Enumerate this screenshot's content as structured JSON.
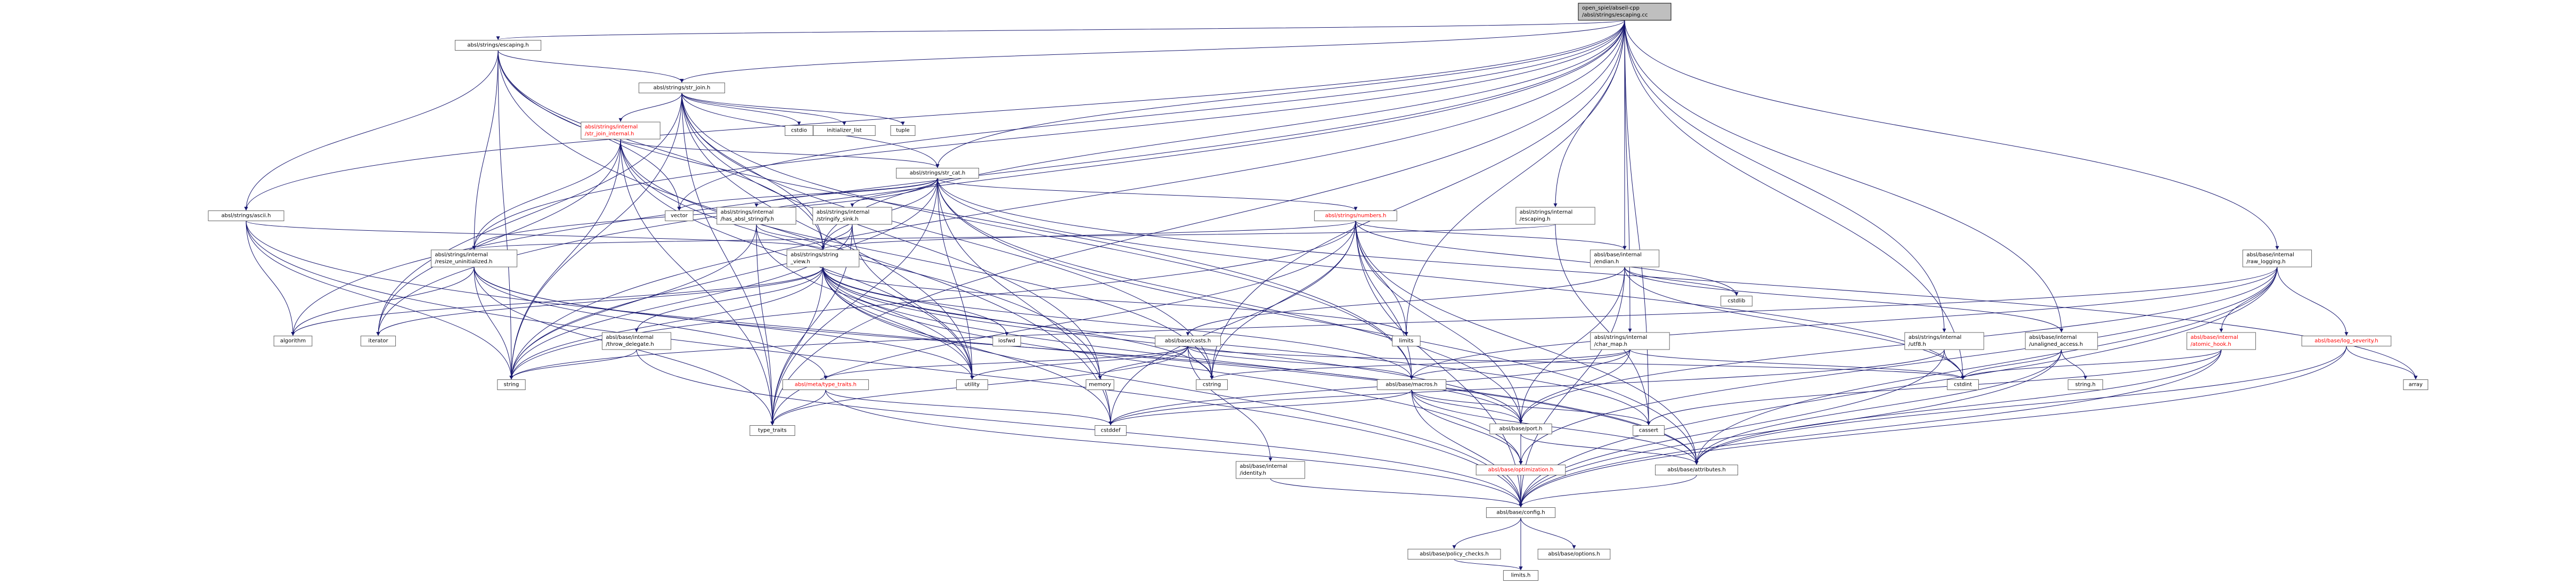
{
  "colors": {
    "edge": "#191970",
    "node_border": "#666666",
    "node_fill": "#ffffff",
    "root_fill": "#bfbfbf",
    "truncated_label": "#ff0000"
  },
  "nodes": [
    {
      "id": "root",
      "lines": [
        "open_spiel/abseil-cpp",
        "/absl/strings/escaping.cc"
      ],
      "style": "root"
    },
    {
      "id": "escaping_h",
      "lines": [
        "absl/strings/escaping.h"
      ],
      "style": "normal"
    },
    {
      "id": "str_join",
      "lines": [
        "absl/strings/str_join.h"
      ],
      "style": "normal"
    },
    {
      "id": "str_join_internal",
      "lines": [
        "absl/strings/internal",
        "/str_join_internal.h"
      ],
      "style": "red"
    },
    {
      "id": "str_cat",
      "lines": [
        "absl/strings/str_cat.h"
      ],
      "style": "normal"
    },
    {
      "id": "ascii",
      "lines": [
        "absl/strings/ascii.h"
      ],
      "style": "normal"
    },
    {
      "id": "has_absl_stringify",
      "lines": [
        "absl/strings/internal",
        "/has_absl_stringify.h"
      ],
      "style": "normal"
    },
    {
      "id": "stringify_sink",
      "lines": [
        "absl/strings/internal",
        "/stringify_sink.h"
      ],
      "style": "normal"
    },
    {
      "id": "numbers",
      "lines": [
        "absl/strings/numbers.h"
      ],
      "style": "red"
    },
    {
      "id": "internal_escaping",
      "lines": [
        "absl/strings/internal",
        "/escaping.h"
      ],
      "style": "normal"
    },
    {
      "id": "resize_uninitialized",
      "lines": [
        "absl/strings/internal",
        "/resize_uninitialized.h"
      ],
      "style": "normal"
    },
    {
      "id": "string_view",
      "lines": [
        "absl/strings/string",
        "_view.h"
      ],
      "style": "normal"
    },
    {
      "id": "endian",
      "lines": [
        "absl/base/internal",
        "/endian.h"
      ],
      "style": "normal"
    },
    {
      "id": "raw_logging",
      "lines": [
        "absl/base/internal",
        "/raw_logging.h"
      ],
      "style": "normal"
    },
    {
      "id": "char_map",
      "lines": [
        "absl/strings/internal",
        "/char_map.h"
      ],
      "style": "normal"
    },
    {
      "id": "utf8",
      "lines": [
        "absl/strings/internal",
        "/utf8.h"
      ],
      "style": "normal"
    },
    {
      "id": "unaligned_access",
      "lines": [
        "absl/base/internal",
        "/unaligned_access.h"
      ],
      "style": "normal"
    },
    {
      "id": "atomic_hook",
      "lines": [
        "absl/base/internal",
        "/atomic_hook.h"
      ],
      "style": "red"
    },
    {
      "id": "log_severity",
      "lines": [
        "absl/base/log_severity.h"
      ],
      "style": "red"
    },
    {
      "id": "throw_delegate",
      "lines": [
        "absl/base/internal",
        "/throw_delegate.h"
      ],
      "style": "normal"
    },
    {
      "id": "type_traits_meta",
      "lines": [
        "absl/meta/type_traits.h"
      ],
      "style": "red"
    },
    {
      "id": "casts",
      "lines": [
        "absl/base/casts.h"
      ],
      "style": "normal"
    },
    {
      "id": "identity",
      "lines": [
        "absl/base/internal",
        "/identity.h"
      ],
      "style": "normal"
    },
    {
      "id": "macros",
      "lines": [
        "absl/base/macros.h"
      ],
      "style": "normal"
    },
    {
      "id": "port",
      "lines": [
        "absl/base/port.h"
      ],
      "style": "normal"
    },
    {
      "id": "optimization",
      "lines": [
        "absl/base/optimization.h"
      ],
      "style": "red"
    },
    {
      "id": "attributes",
      "lines": [
        "absl/base/attributes.h"
      ],
      "style": "normal"
    },
    {
      "id": "config",
      "lines": [
        "absl/base/config.h"
      ],
      "style": "normal"
    },
    {
      "id": "policy_checks",
      "lines": [
        "absl/base/policy_checks.h"
      ],
      "style": "normal"
    },
    {
      "id": "options",
      "lines": [
        "absl/base/options.h"
      ],
      "style": "normal"
    },
    {
      "id": "limits_h",
      "lines": [
        "limits.h"
      ],
      "style": "std"
    },
    {
      "id": "vector",
      "lines": [
        "vector"
      ],
      "style": "std"
    },
    {
      "id": "cstdio",
      "lines": [
        "cstdio"
      ],
      "style": "std"
    },
    {
      "id": "initializer_list",
      "lines": [
        "initializer_list"
      ],
      "style": "std"
    },
    {
      "id": "tuple",
      "lines": [
        "tuple"
      ],
      "style": "std"
    },
    {
      "id": "algorithm",
      "lines": [
        "algorithm"
      ],
      "style": "std"
    },
    {
      "id": "iterator",
      "lines": [
        "iterator"
      ],
      "style": "std"
    },
    {
      "id": "string",
      "lines": [
        "string"
      ],
      "style": "std"
    },
    {
      "id": "type_traits",
      "lines": [
        "type_traits"
      ],
      "style": "std"
    },
    {
      "id": "cstddef",
      "lines": [
        "cstddef"
      ],
      "style": "std"
    },
    {
      "id": "utility",
      "lines": [
        "utility"
      ],
      "style": "std"
    },
    {
      "id": "memory",
      "lines": [
        "memory"
      ],
      "style": "std"
    },
    {
      "id": "cstring",
      "lines": [
        "cstring"
      ],
      "style": "std"
    },
    {
      "id": "iosfwd",
      "lines": [
        "iosfwd"
      ],
      "style": "std"
    },
    {
      "id": "limits",
      "lines": [
        "limits"
      ],
      "style": "std"
    },
    {
      "id": "cstdlib",
      "lines": [
        "cstdlib"
      ],
      "style": "std"
    },
    {
      "id": "cstdint",
      "lines": [
        "cstdint"
      ],
      "style": "std"
    },
    {
      "id": "cassert",
      "lines": [
        "cassert"
      ],
      "style": "std"
    },
    {
      "id": "string_h",
      "lines": [
        "string.h"
      ],
      "style": "std"
    },
    {
      "id": "array",
      "lines": [
        "array"
      ],
      "style": "std"
    }
  ],
  "edges": [
    [
      "root",
      "escaping_h"
    ],
    [
      "root",
      "str_join"
    ],
    [
      "root",
      "str_cat"
    ],
    [
      "root",
      "internal_escaping"
    ],
    [
      "root",
      "string_view"
    ],
    [
      "root",
      "endian"
    ],
    [
      "root",
      "raw_logging"
    ],
    [
      "root",
      "char_map"
    ],
    [
      "root",
      "utf8"
    ],
    [
      "root",
      "unaligned_access"
    ],
    [
      "root",
      "resize_uninitialized"
    ],
    [
      "root",
      "ascii"
    ],
    [
      "root",
      "algorithm"
    ],
    [
      "root",
      "iterator"
    ],
    [
      "root",
      "string"
    ],
    [
      "root",
      "type_traits"
    ],
    [
      "root",
      "cstdint"
    ],
    [
      "root",
      "cstring"
    ],
    [
      "root",
      "limits"
    ],
    [
      "root",
      "vector"
    ],
    [
      "root",
      "cassert"
    ],
    [
      "escaping_h",
      "str_join"
    ],
    [
      "escaping_h",
      "ascii"
    ],
    [
      "escaping_h",
      "resize_uninitialized"
    ],
    [
      "escaping_h",
      "string_view"
    ],
    [
      "escaping_h",
      "vector"
    ],
    [
      "escaping_h",
      "string"
    ],
    [
      "escaping_h",
      "cstddef"
    ],
    [
      "escaping_h",
      "macros"
    ],
    [
      "str_join",
      "str_join_internal"
    ],
    [
      "str_join",
      "str_cat"
    ],
    [
      "str_join",
      "string_view"
    ],
    [
      "str_join",
      "cstdio"
    ],
    [
      "str_join",
      "initializer_list"
    ],
    [
      "str_join",
      "tuple"
    ],
    [
      "str_join",
      "iterator"
    ],
    [
      "str_join",
      "string"
    ],
    [
      "str_join",
      "type_traits"
    ],
    [
      "str_join",
      "utility"
    ],
    [
      "str_join",
      "memory"
    ],
    [
      "str_join",
      "macros"
    ],
    [
      "str_join",
      "cstring"
    ],
    [
      "str_join_internal",
      "str_cat"
    ],
    [
      "str_join_internal",
      "resize_uninitialized"
    ],
    [
      "str_join_internal",
      "iterator"
    ],
    [
      "str_join_internal",
      "string"
    ],
    [
      "str_join_internal",
      "type_traits"
    ],
    [
      "str_join_internal",
      "utility"
    ],
    [
      "str_join_internal",
      "memory"
    ],
    [
      "str_join_internal",
      "cstring"
    ],
    [
      "str_cat",
      "has_absl_stringify"
    ],
    [
      "str_cat",
      "stringify_sink"
    ],
    [
      "str_cat",
      "numbers"
    ],
    [
      "str_cat",
      "resize_uninitialized"
    ],
    [
      "str_cat",
      "string_view"
    ],
    [
      "str_cat",
      "vector"
    ],
    [
      "str_cat",
      "string"
    ],
    [
      "str_cat",
      "type_traits"
    ],
    [
      "str_cat",
      "utility"
    ],
    [
      "str_cat",
      "cstdint"
    ],
    [
      "str_cat",
      "array"
    ],
    [
      "str_cat",
      "cstddef"
    ],
    [
      "str_cat",
      "port"
    ],
    [
      "str_cat",
      "attributes"
    ],
    [
      "ascii",
      "string_view"
    ],
    [
      "ascii",
      "algorithm"
    ],
    [
      "ascii",
      "string"
    ],
    [
      "ascii",
      "config"
    ],
    [
      "ascii",
      "attributes"
    ],
    [
      "has_absl_stringify",
      "string_view"
    ],
    [
      "has_absl_stringify",
      "type_traits"
    ],
    [
      "has_absl_stringify",
      "utility"
    ],
    [
      "has_absl_stringify",
      "string"
    ],
    [
      "stringify_sink",
      "string_view"
    ],
    [
      "stringify_sink",
      "string"
    ],
    [
      "stringify_sink",
      "type_traits"
    ],
    [
      "stringify_sink",
      "utility"
    ],
    [
      "numbers",
      "string_view"
    ],
    [
      "numbers",
      "endian"
    ],
    [
      "numbers",
      "macros"
    ],
    [
      "numbers",
      "port"
    ],
    [
      "numbers",
      "cstddef"
    ],
    [
      "numbers",
      "cstdlib"
    ],
    [
      "numbers",
      "cstring"
    ],
    [
      "numbers",
      "limits"
    ],
    [
      "numbers",
      "string"
    ],
    [
      "numbers",
      "type_traits"
    ],
    [
      "numbers",
      "config"
    ],
    [
      "numbers",
      "attributes"
    ],
    [
      "numbers",
      "ctype"
    ],
    [
      "internal_escaping",
      "resize_uninitialized"
    ],
    [
      "internal_escaping",
      "cassert"
    ],
    [
      "resize_uninitialized",
      "string"
    ],
    [
      "resize_uninitialized",
      "algorithm"
    ],
    [
      "resize_uninitialized",
      "type_traits"
    ],
    [
      "resize_uninitialized",
      "utility"
    ],
    [
      "resize_uninitialized",
      "type_traits_meta"
    ],
    [
      "resize_uninitialized",
      "port"
    ],
    [
      "string_view",
      "algorithm"
    ],
    [
      "string_view",
      "iterator"
    ],
    [
      "string_view",
      "string"
    ],
    [
      "string_view",
      "cassert"
    ],
    [
      "string_view",
      "cstddef"
    ],
    [
      "string_view",
      "cstring"
    ],
    [
      "string_view",
      "iosfwd"
    ],
    [
      "string_view",
      "limits"
    ],
    [
      "string_view",
      "throw_delegate"
    ],
    [
      "string_view",
      "macros"
    ],
    [
      "string_view",
      "optimization"
    ],
    [
      "string_view",
      "port"
    ],
    [
      "string_view",
      "attributes"
    ],
    [
      "string_view",
      "config"
    ],
    [
      "string_view",
      "type_traits"
    ],
    [
      "string_view",
      "utility"
    ],
    [
      "endian",
      "cstdint"
    ],
    [
      "endian",
      "cstdlib"
    ],
    [
      "endian",
      "casts"
    ],
    [
      "endian",
      "unaligned_access"
    ],
    [
      "endian",
      "port"
    ],
    [
      "endian",
      "config"
    ],
    [
      "raw_logging",
      "string"
    ],
    [
      "raw_logging",
      "atomic_hook"
    ],
    [
      "raw_logging",
      "log_severity"
    ],
    [
      "raw_logging",
      "macros"
    ],
    [
      "raw_logging",
      "optimization"
    ],
    [
      "raw_logging",
      "port"
    ],
    [
      "raw_logging",
      "attributes"
    ],
    [
      "raw_logging",
      "config"
    ],
    [
      "char_map",
      "cstddef"
    ],
    [
      "char_map",
      "cstdint"
    ],
    [
      "char_map",
      "cstring"
    ],
    [
      "char_map",
      "macros"
    ],
    [
      "char_map",
      "port"
    ],
    [
      "utf8",
      "cstddef"
    ],
    [
      "utf8",
      "cstdint"
    ],
    [
      "utf8",
      "config"
    ],
    [
      "unaligned_access",
      "string_h"
    ],
    [
      "unaligned_access",
      "cstdint"
    ],
    [
      "unaligned_access",
      "attributes"
    ],
    [
      "unaligned_access",
      "config"
    ],
    [
      "atomic_hook",
      "cassert"
    ],
    [
      "atomic_hook",
      "cstdint"
    ],
    [
      "atomic_hook",
      "attributes"
    ],
    [
      "atomic_hook",
      "config"
    ],
    [
      "log_severity",
      "array"
    ],
    [
      "log_severity",
      "attributes"
    ],
    [
      "log_severity",
      "config"
    ],
    [
      "throw_delegate",
      "string"
    ],
    [
      "throw_delegate",
      "config"
    ],
    [
      "type_traits_meta",
      "type_traits"
    ],
    [
      "type_traits_meta",
      "cstddef"
    ],
    [
      "type_traits_meta",
      "config"
    ],
    [
      "casts",
      "cstring"
    ],
    [
      "casts",
      "memory"
    ],
    [
      "casts",
      "type_traits"
    ],
    [
      "casts",
      "utility"
    ],
    [
      "casts",
      "identity"
    ],
    [
      "casts",
      "type_traits_meta"
    ],
    [
      "casts",
      "macros"
    ],
    [
      "casts",
      "cstdint"
    ],
    [
      "identity",
      "config"
    ],
    [
      "macros",
      "cassert"
    ],
    [
      "macros",
      "cstddef"
    ],
    [
      "macros",
      "attributes"
    ],
    [
      "macros",
      "config"
    ],
    [
      "macros",
      "optimization"
    ],
    [
      "macros",
      "port"
    ],
    [
      "port",
      "attributes"
    ],
    [
      "port",
      "config"
    ],
    [
      "port",
      "optimization"
    ],
    [
      "optimization",
      "config"
    ],
    [
      "attributes",
      "config"
    ],
    [
      "config",
      "policy_checks"
    ],
    [
      "config",
      "options"
    ],
    [
      "config",
      "limits_h"
    ],
    [
      "policy_checks",
      "limits_h"
    ]
  ]
}
